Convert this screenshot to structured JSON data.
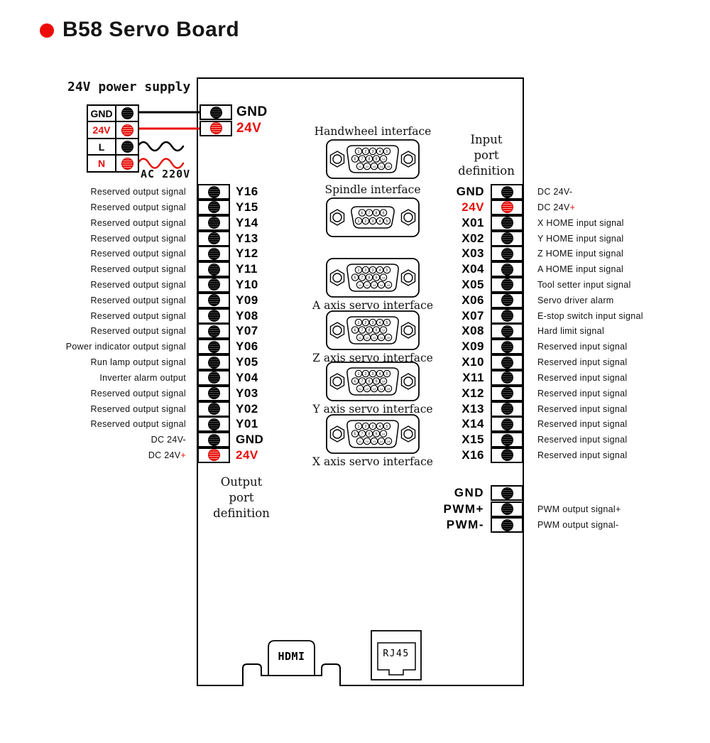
{
  "title": {
    "text": "B58 Servo Board"
  },
  "colors": {
    "red": "#e8100c",
    "black": "#000000"
  },
  "power_supply": {
    "title": "24V power supply",
    "ac_label": "AC 220V",
    "rows": [
      {
        "label": "GND",
        "red": false
      },
      {
        "label": "24V",
        "red": true
      },
      {
        "label": "L",
        "red": false
      },
      {
        "label": "N",
        "red": true
      }
    ]
  },
  "board": {
    "top_terminals": [
      {
        "port": "GND",
        "red": false
      },
      {
        "port": "24V",
        "red": true
      }
    ],
    "output_column": {
      "title_lines": [
        "Output",
        "port",
        "definition"
      ],
      "rows": [
        {
          "port": "Y16",
          "desc": "Reserved output signal"
        },
        {
          "port": "Y15",
          "desc": "Reserved output signal"
        },
        {
          "port": "Y14",
          "desc": "Reserved output signal"
        },
        {
          "port": "Y13",
          "desc": "Reserved output signal"
        },
        {
          "port": "Y12",
          "desc": "Reserved output signal"
        },
        {
          "port": "Y11",
          "desc": "Reserved output signal"
        },
        {
          "port": "Y10",
          "desc": "Reserved output signal"
        },
        {
          "port": "Y09",
          "desc": "Reserved output signal"
        },
        {
          "port": "Y08",
          "desc": "Reserved output signal"
        },
        {
          "port": "Y07",
          "desc": "Reserved output signal"
        },
        {
          "port": "Y06",
          "desc": "Power indicator output signal"
        },
        {
          "port": "Y05",
          "desc": "Run lamp output signal"
        },
        {
          "port": "Y04",
          "desc": "Inverter alarm output"
        },
        {
          "port": "Y03",
          "desc": "Reserved output signal"
        },
        {
          "port": "Y02",
          "desc": "Reserved output signal"
        },
        {
          "port": "Y01",
          "desc": "Reserved output signal"
        },
        {
          "port": "GND",
          "desc": "DC 24V-"
        },
        {
          "port": "24V",
          "desc": "DC 24V",
          "desc_suffix": "+",
          "red": true
        }
      ]
    },
    "input_column": {
      "title_lines": [
        "Input",
        "port",
        "definition"
      ],
      "rows": [
        {
          "port": "GND",
          "desc": "DC 24V-"
        },
        {
          "port": "24V",
          "desc": "DC 24V",
          "desc_suffix": "+",
          "red": true
        },
        {
          "port": "X01",
          "desc": "X HOME input signal"
        },
        {
          "port": "X02",
          "desc": "Y HOME input signal"
        },
        {
          "port": "X03",
          "desc": "Z HOME input signal"
        },
        {
          "port": "X04",
          "desc": "A HOME input signal"
        },
        {
          "port": "X05",
          "desc": "Tool setter input signal"
        },
        {
          "port": "X06",
          "desc": "Servo driver alarm"
        },
        {
          "port": "X07",
          "desc": "E-stop switch input signal"
        },
        {
          "port": "X08",
          "desc": "Hard limit signal"
        },
        {
          "port": "X09",
          "desc": "Reserved input signal"
        },
        {
          "port": "X10",
          "desc": "Reserved input signal"
        },
        {
          "port": "X11",
          "desc": "Reserved input signal"
        },
        {
          "port": "X12",
          "desc": "Reserved input signal"
        },
        {
          "port": "X13",
          "desc": "Reserved input signal"
        },
        {
          "port": "X14",
          "desc": "Reserved input signal"
        },
        {
          "port": "X15",
          "desc": "Reserved input signal"
        },
        {
          "port": "X16",
          "desc": "Reserved input signal"
        }
      ]
    },
    "pwm_column": {
      "rows": [
        {
          "port": "GND",
          "desc": ""
        },
        {
          "port": "PWM+",
          "desc": "PWM output signal+"
        },
        {
          "port": "PWM-",
          "desc": "PWM output signal-"
        }
      ]
    },
    "connectors": [
      {
        "label": "Handwheel interface",
        "type": "db15",
        "label_pos": "above"
      },
      {
        "label": "Spindle interface",
        "type": "db9",
        "label_pos": "above"
      },
      {
        "label": "A axis servo interface",
        "type": "db15",
        "label_pos": "below"
      },
      {
        "label": "Z axis servo interface",
        "type": "db15",
        "label_pos": "below"
      },
      {
        "label": "Y axis servo interface",
        "type": "db15",
        "label_pos": "below"
      },
      {
        "label": "X axis servo interface",
        "type": "db15",
        "label_pos": "below"
      }
    ],
    "pin_layouts": {
      "db15": [
        [
          1,
          2,
          3,
          4,
          5
        ],
        [
          6,
          7,
          8,
          9,
          10
        ],
        [
          11,
          12,
          13,
          14,
          15
        ]
      ],
      "db9": [
        [
          6,
          7,
          8,
          9
        ],
        [
          1,
          2,
          3,
          4,
          5
        ]
      ]
    },
    "hdmi_label": "HDMI",
    "rj45_label": "RJ45"
  }
}
